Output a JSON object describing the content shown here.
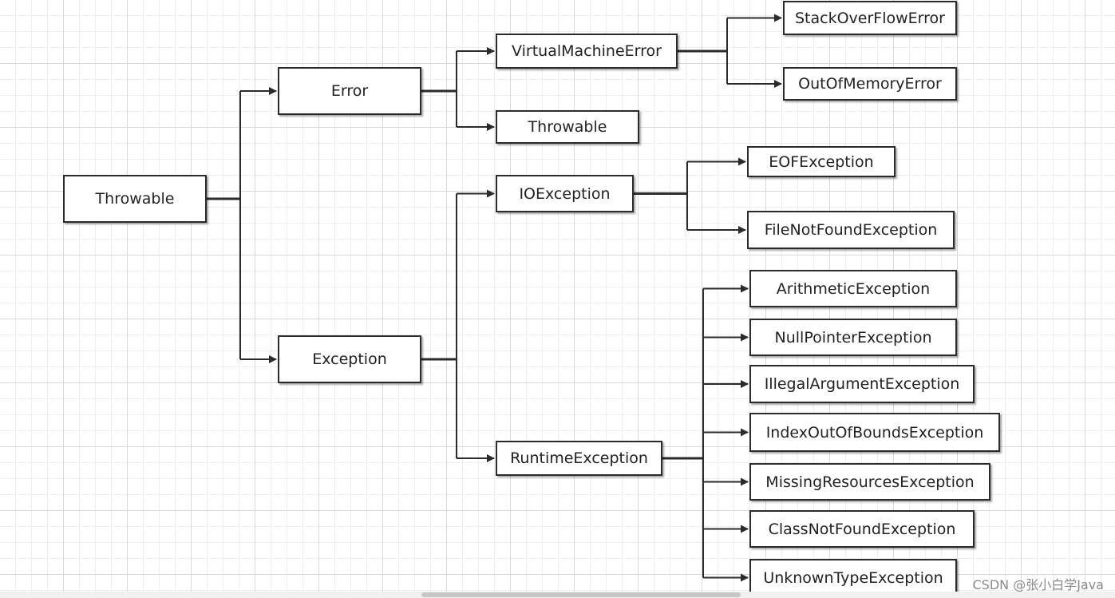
{
  "nodes": {
    "throwable_root": "Throwable",
    "error": "Error",
    "exception": "Exception",
    "virtual_machine_error": "VirtualMachineError",
    "throwable_child": "Throwable",
    "io_exception": "IOException",
    "runtime_exception": "RuntimeException",
    "stack_overflow_error": "StackOverFlowError",
    "out_of_memory_error": "OutOfMemoryError",
    "eof_exception": "EOFException",
    "file_not_found_exception": "FileNotFoundException",
    "arithmetic_exception": "ArithmeticException",
    "null_pointer_exception": "NullPointerException",
    "illegal_argument_exception": "IllegalArgumentException",
    "index_out_of_bounds_exception": "IndexOutOfBoundsException",
    "missing_resources_exception": "MissingResourcesException",
    "class_not_found_exception": "ClassNotFoundException",
    "unknown_type_exception": "UnknownTypeException"
  },
  "edges": [
    {
      "from": "throwable_root",
      "to": [
        "error",
        "exception"
      ]
    },
    {
      "from": "error",
      "to": [
        "virtual_machine_error",
        "throwable_child"
      ]
    },
    {
      "from": "virtual_machine_error",
      "to": [
        "stack_overflow_error",
        "out_of_memory_error"
      ]
    },
    {
      "from": "exception",
      "to": [
        "io_exception",
        "runtime_exception"
      ]
    },
    {
      "from": "io_exception",
      "to": [
        "eof_exception",
        "file_not_found_exception"
      ]
    },
    {
      "from": "runtime_exception",
      "to": [
        "arithmetic_exception",
        "null_pointer_exception",
        "illegal_argument_exception",
        "index_out_of_bounds_exception",
        "missing_resources_exception",
        "class_not_found_exception",
        "unknown_type_exception"
      ]
    }
  ],
  "watermark": "CSDN @张小白学Java",
  "colors": {
    "line": "#2b2b2b",
    "grid": "#d9d9d9",
    "watermark": "#8a8a8a"
  }
}
